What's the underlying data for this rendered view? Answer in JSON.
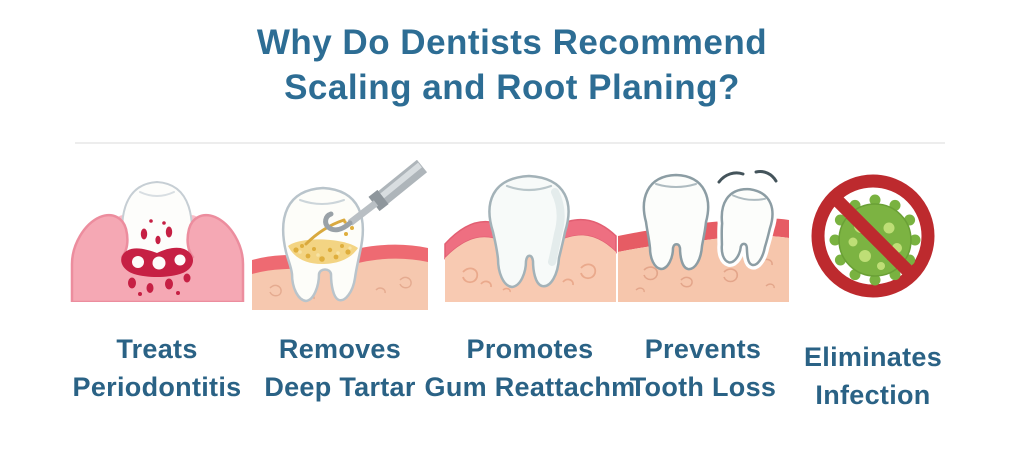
{
  "title": {
    "line1": "Why Do Dentists Recommend",
    "line2": "Scaling and Root Planing?"
  },
  "items": [
    {
      "icon": "inflamed-gums-bleeding-tooth-icon",
      "label_line1": "Treats",
      "label_line2": "Periodontitis"
    },
    {
      "icon": "dental-scaler-tartar-icon",
      "label_line1": "Removes",
      "label_line2": "Deep Tartar"
    },
    {
      "icon": "healthy-gum-tooth-icon",
      "label_line1": "Promotes",
      "label_line2": "Gum Reattachm"
    },
    {
      "icon": "loose-tooth-icon",
      "label_line1": "Prevents",
      "label_line2": "Tooth Loss"
    },
    {
      "icon": "no-infection-germ-icon",
      "label_line1": "Eliminates",
      "label_line2": "Infection"
    }
  ],
  "colors": {
    "background": "#ffffff",
    "title_text": "#2d6d94",
    "label_text": "#2a6285",
    "divider": "#ededed",
    "gum_pink": "#f5a8b4",
    "inflamed_red": "#c62044",
    "gum_band_red": "#ee6a72",
    "gum_peach": "#f6c8af",
    "tartar_yellow": "#e9bd4e",
    "tool_gray": "#aeb5ba",
    "germ_green": "#7cb342",
    "germ_spot_green": "#bede76",
    "prohibition_red": "#bd2a2e",
    "tooth_white": "#fdfdfb",
    "tooth_outline": "#b9c4cb"
  }
}
